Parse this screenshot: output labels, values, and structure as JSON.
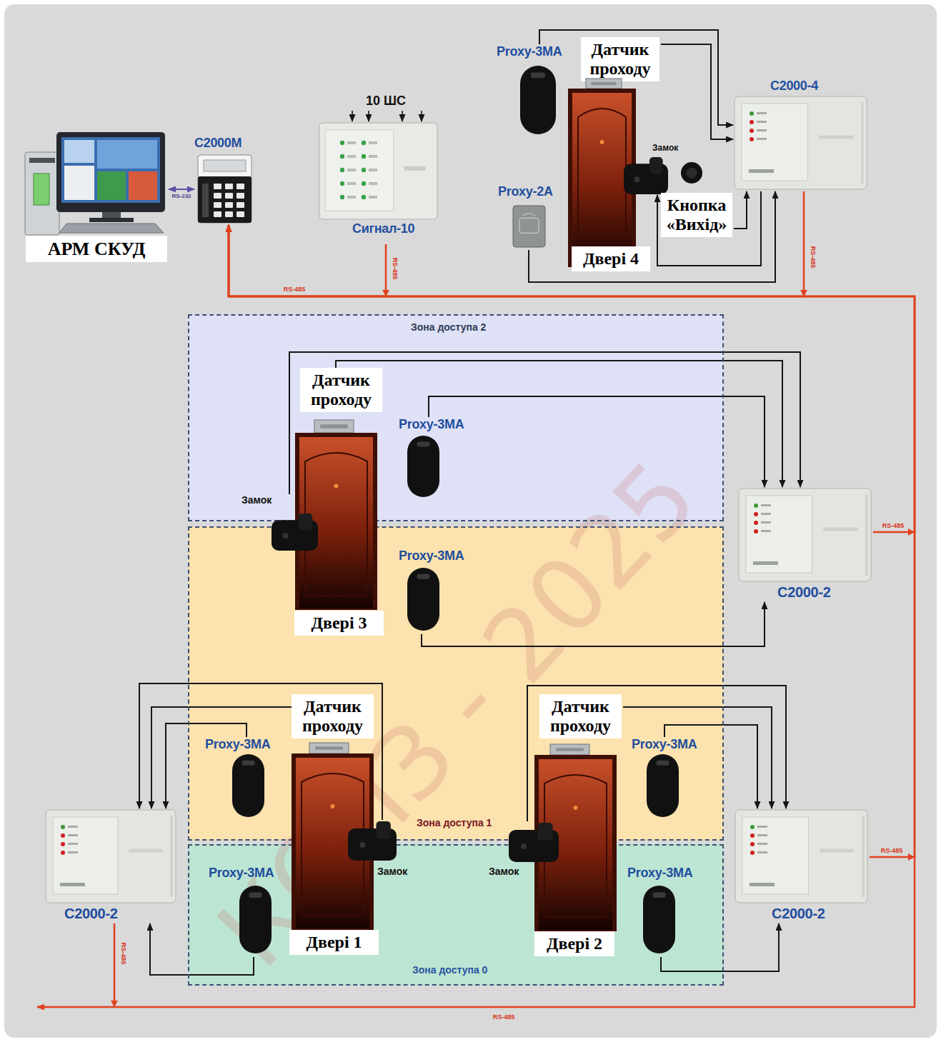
{
  "diagram": {
    "nodes": [
      {
        "text": [
          "АРМ СКУД"
        ]
      },
      {
        "text": [
          "С2000М"
        ]
      },
      {
        "text": [
          "Сигнал-10"
        ]
      },
      {
        "text": [
          "Proxy-3MA"
        ]
      },
      {
        "text": [
          "Датчик проходу"
        ]
      },
      {
        "text": [
          "Двері 4"
        ]
      },
      {
        "text": [
          "Замок"
        ]
      },
      {
        "text": [
          "Кнопка «Вихід»"
        ]
      },
      {
        "text": [
          "Proxy-2A"
        ]
      },
      {
        "text": [
          "С2000-4"
        ]
      },
      {
        "text": [
          "Зона доступа 2"
        ]
      },
      {
        "text": [
          "Зона доступа 1"
        ]
      },
      {
        "text": [
          "Зона доступа 0"
        ]
      },
      {
        "text": [
          "Датчик проходу"
        ],
        "in": 10
      },
      {
        "text": [
          "Proxy-3MA"
        ],
        "in": 10
      },
      {
        "text": [
          "Двері 3"
        ]
      },
      {
        "text": [
          "Замок"
        ]
      },
      {
        "text": [
          "Proxy-3MA"
        ],
        "in": 11
      },
      {
        "text": [
          "С2000-2"
        ]
      },
      {
        "text": [
          "Датчик проходу"
        ],
        "in": 11
      },
      {
        "text": [
          "Датчик проходу"
        ],
        "in": 11
      },
      {
        "text": [
          "Proxy-3MA"
        ],
        "in": 11
      },
      {
        "text": [
          "Proxy-3MA"
        ],
        "in": 11
      },
      {
        "text": [
          "Двері 1"
        ]
      },
      {
        "text": [
          "Замок"
        ]
      },
      {
        "text": [
          "Двері 2"
        ]
      },
      {
        "text": [
          "Замок"
        ]
      },
      {
        "text": [
          "С2000-2"
        ]
      },
      {
        "text": [
          "Proxy-3MA"
        ],
        "in": 12
      },
      {
        "text": [
          "С2000-2"
        ]
      },
      {
        "text": [
          "Proxy-3MA"
        ],
        "in": 12
      }
    ],
    "edges": [
      {
        "from": 0,
        "to": 1,
        "arrow": "both",
        "label": "RS-232"
      },
      {
        "from": 2,
        "to": 1,
        "arrow": "to"
      },
      {
        "from": 9,
        "to": 1,
        "arrow": "to"
      },
      {
        "from": 18,
        "to": 1,
        "arrow": "to"
      },
      {
        "from": 29,
        "to": 1,
        "arrow": "to"
      },
      {
        "from": 27,
        "to": 1,
        "arrow": "to"
      },
      {
        "from": 3,
        "to": 9,
        "arrow": "to"
      },
      {
        "from": 4,
        "to": 9,
        "arrow": "to"
      },
      {
        "from": 9,
        "to": 6,
        "arrow": "to"
      },
      {
        "from": 7,
        "to": 9,
        "arrow": "to"
      },
      {
        "from": 8,
        "to": 9,
        "arrow": "to"
      },
      {
        "from": 16,
        "to": 18,
        "arrow": "to"
      },
      {
        "from": 13,
        "to": 18,
        "arrow": "to"
      },
      {
        "from": 14,
        "to": 18,
        "arrow": "to"
      },
      {
        "from": 17,
        "to": 18,
        "arrow": "to"
      },
      {
        "from": 24,
        "to": 27,
        "arrow": "to"
      },
      {
        "from": 19,
        "to": 27,
        "arrow": "to"
      },
      {
        "from": 21,
        "to": 27,
        "arrow": "to"
      },
      {
        "from": 28,
        "to": 27,
        "arrow": "to"
      },
      {
        "from": 26,
        "to": 29,
        "arrow": "to"
      },
      {
        "from": 20,
        "to": 29,
        "arrow": "to"
      },
      {
        "from": 22,
        "to": 29,
        "arrow": "to"
      },
      {
        "from": 30,
        "to": 29,
        "arrow": "to"
      }
    ],
    "labels": [
      "10 ШС",
      "RS-485",
      "RS-485",
      "RS-485",
      "RS-485",
      "RS-485",
      "RS-485",
      "RS-485",
      "КОПЗ - 2025"
    ]
  }
}
